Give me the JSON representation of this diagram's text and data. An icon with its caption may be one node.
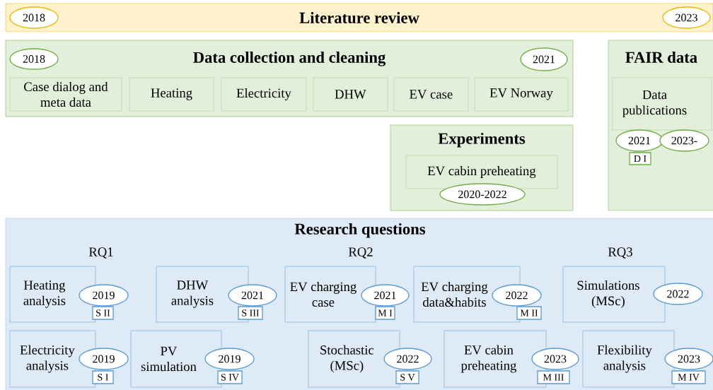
{
  "diagram": {
    "nodes": [
      {
        "text": [
          "Literature review"
        ]
      },
      {
        "text": [
          "2018"
        ],
        "in": 0
      },
      {
        "text": [
          "2023"
        ],
        "in": 0
      },
      {
        "text": [
          "Data collection and cleaning"
        ]
      },
      {
        "text": [
          "2018"
        ],
        "in": 3
      },
      {
        "text": [
          "2021"
        ],
        "in": 3
      },
      {
        "text": [
          "Case dialog and meta data"
        ],
        "in": 3
      },
      {
        "text": [
          "Heating"
        ],
        "in": 3
      },
      {
        "text": [
          "Electricity"
        ],
        "in": 3
      },
      {
        "text": [
          "DHW"
        ],
        "in": 3
      },
      {
        "text": [
          "EV case"
        ],
        "in": 3
      },
      {
        "text": [
          "EV Norway"
        ],
        "in": 3
      },
      {
        "text": [
          "FAIR data"
        ]
      },
      {
        "text": [
          "Data publications"
        ],
        "in": 12
      },
      {
        "text": [
          "2021"
        ],
        "in": 12
      },
      {
        "text": [
          "2023-"
        ],
        "in": 12
      },
      {
        "text": [
          "D I"
        ],
        "in": 12
      },
      {
        "text": [
          "Experiments"
        ]
      },
      {
        "text": [
          "EV cabin preheating"
        ],
        "in": 17
      },
      {
        "text": [
          "2020-2022"
        ],
        "in": 17
      },
      {
        "text": [
          "Research questions"
        ]
      },
      {
        "text": [
          "Heating analysis"
        ],
        "in": 20
      },
      {
        "text": [
          "2019"
        ],
        "in": 20
      },
      {
        "text": [
          "S II"
        ],
        "in": 20
      },
      {
        "text": [
          "DHW analysis"
        ],
        "in": 20
      },
      {
        "text": [
          "2021"
        ],
        "in": 20
      },
      {
        "text": [
          "S III"
        ],
        "in": 20
      },
      {
        "text": [
          "EV charging case"
        ],
        "in": 20
      },
      {
        "text": [
          "2021"
        ],
        "in": 20
      },
      {
        "text": [
          "M I"
        ],
        "in": 20
      },
      {
        "text": [
          "EV charging data&habits"
        ],
        "in": 20
      },
      {
        "text": [
          "2022"
        ],
        "in": 20
      },
      {
        "text": [
          "M II"
        ],
        "in": 20
      },
      {
        "text": [
          "Simulations (MSc)"
        ],
        "in": 20
      },
      {
        "text": [
          "2022"
        ],
        "in": 20
      },
      {
        "text": [
          "Electricity analysis"
        ],
        "in": 20
      },
      {
        "text": [
          "2019"
        ],
        "in": 20
      },
      {
        "text": [
          "S I"
        ],
        "in": 20
      },
      {
        "text": [
          "PV simulation"
        ],
        "in": 20
      },
      {
        "text": [
          "2019"
        ],
        "in": 20
      },
      {
        "text": [
          "S IV"
        ],
        "in": 20
      },
      {
        "text": [
          "Stochastic (MSc)"
        ],
        "in": 20
      },
      {
        "text": [
          "2022"
        ],
        "in": 20
      },
      {
        "text": [
          "S V"
        ],
        "in": 20
      },
      {
        "text": [
          "EV cabin preheating"
        ],
        "in": 20
      },
      {
        "text": [
          "2023"
        ],
        "in": 20
      },
      {
        "text": [
          "M III"
        ],
        "in": 20
      },
      {
        "text": [
          "Flexibility analysis"
        ],
        "in": 20
      },
      {
        "text": [
          "2023"
        ],
        "in": 20
      },
      {
        "text": [
          "M IV"
        ],
        "in": 20
      }
    ],
    "labels": [
      "RQ1",
      "RQ2",
      "RQ3"
    ]
  }
}
